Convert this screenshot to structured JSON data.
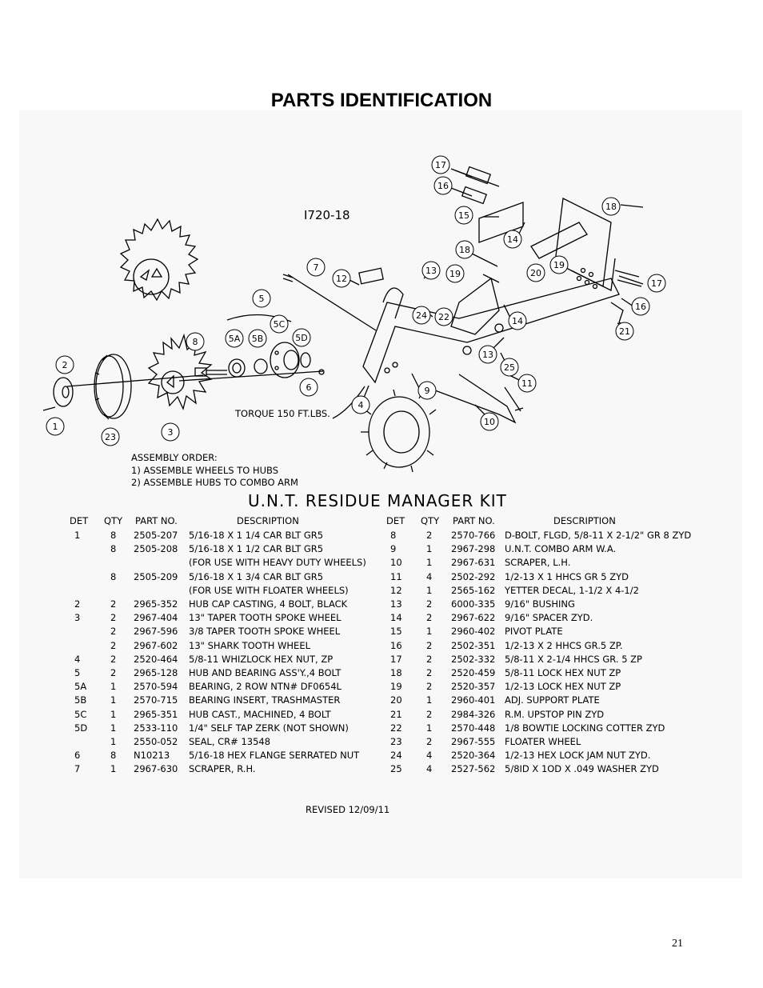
{
  "title": "PARTS IDENTIFICATION",
  "drawing": {
    "model": "I720-18",
    "torque_note": "TORQUE 150 FT.LBS.",
    "callouts": [
      "17",
      "16",
      "15",
      "18",
      "14",
      "20",
      "19",
      "17",
      "16",
      "21",
      "7",
      "12",
      "13",
      "19",
      "18",
      "24",
      "22",
      "14",
      "5",
      "5C",
      "8",
      "5A",
      "5B",
      "5D",
      "13",
      "25",
      "2",
      "6",
      "4",
      "9",
      "11",
      "1",
      "23",
      "3",
      "10"
    ]
  },
  "assembly": {
    "heading": "ASSEMBLY ORDER:",
    "step1": "1) ASSEMBLE WHEELS TO HUBS",
    "step2": "2) ASSEMBLE HUBS TO COMBO ARM"
  },
  "kit_title": "U.N.T. RESIDUE MANAGER KIT",
  "headers": {
    "det": "DET",
    "qty": "QTY",
    "part": "PART NO.",
    "desc": "DESCRIPTION"
  },
  "left_rows": [
    {
      "det": "1",
      "qty": "8",
      "part": "2505-207",
      "desc": "5/16-18 X 1 1/4 CAR BLT GR5"
    },
    {
      "det": "",
      "qty": "8",
      "part": "2505-208",
      "desc": "5/16-18 X 1 1/2 CAR BLT GR5"
    },
    {
      "det": "",
      "qty": "",
      "part": "",
      "desc": "(FOR USE WITH HEAVY DUTY WHEELS)"
    },
    {
      "det": "",
      "qty": "8",
      "part": "2505-209",
      "desc": "5/16-18 X 1 3/4 CAR BLT GR5"
    },
    {
      "det": "",
      "qty": "",
      "part": "",
      "desc": "(FOR USE WITH FLOATER WHEELS)"
    },
    {
      "det": "2",
      "qty": "2",
      "part": "2965-352",
      "desc": "HUB CAP CASTING, 4 BOLT, BLACK"
    },
    {
      "det": "3",
      "qty": "2",
      "part": "2967-404",
      "desc": "13\" TAPER TOOTH SPOKE WHEEL"
    },
    {
      "det": "",
      "qty": "2",
      "part": "2967-596",
      "desc": "3/8 TAPER TOOTH SPOKE WHEEL"
    },
    {
      "det": "",
      "qty": "2",
      "part": "2967-602",
      "desc": "13\" SHARK TOOTH WHEEL"
    },
    {
      "det": "4",
      "qty": "2",
      "part": "2520-464",
      "desc": "5/8-11 WHIZLOCK HEX NUT,  ZP"
    },
    {
      "det": "5",
      "qty": "2",
      "part": "2965-128",
      "desc": "HUB AND BEARING ASS'Y.,4 BOLT"
    },
    {
      "det": "5A",
      "qty": "1",
      "part": "2570-594",
      "desc": "BEARING, 2 ROW NTN# DF0654L"
    },
    {
      "det": "5B",
      "qty": "1",
      "part": "2570-715",
      "desc": "BEARING INSERT, TRASHMASTER"
    },
    {
      "det": "5C",
      "qty": "1",
      "part": "2965-351",
      "desc": "HUB CAST., MACHINED, 4 BOLT"
    },
    {
      "det": "5D",
      "qty": "1",
      "part": "2533-110",
      "desc": "1/4\" SELF TAP ZERK (NOT SHOWN)"
    },
    {
      "det": "",
      "qty": "1",
      "part": "2550-052",
      "desc": "SEAL, CR# 13548"
    },
    {
      "det": "6",
      "qty": "8",
      "part": "N10213",
      "desc": "5/16-18 HEX FLANGE SERRATED NUT"
    },
    {
      "det": "7",
      "qty": "1",
      "part": "2967-630",
      "desc": "SCRAPER, R.H."
    }
  ],
  "right_rows": [
    {
      "det": "8",
      "qty": "2",
      "part": "2570-766",
      "desc": "D-BOLT, FLGD, 5/8-11 X 2-1/2\" GR 8 ZYD"
    },
    {
      "det": "9",
      "qty": "1",
      "part": "2967-298",
      "desc": "U.N.T. COMBO ARM W.A."
    },
    {
      "det": "10",
      "qty": "1",
      "part": "2967-631",
      "desc": "SCRAPER, L.H."
    },
    {
      "det": "11",
      "qty": "4",
      "part": "2502-292",
      "desc": "1/2-13 X 1 HHCS GR 5 ZYD"
    },
    {
      "det": "12",
      "qty": "1",
      "part": "2565-162",
      "desc": "YETTER DECAL, 1-1/2 X 4-1/2"
    },
    {
      "det": "13",
      "qty": "2",
      "part": "6000-335",
      "desc": "9/16\" BUSHING"
    },
    {
      "det": "14",
      "qty": "2",
      "part": "2967-622",
      "desc": "9/16\" SPACER ZYD."
    },
    {
      "det": "15",
      "qty": "1",
      "part": "2960-402",
      "desc": "PIVOT PLATE"
    },
    {
      "det": "16",
      "qty": "2",
      "part": "2502-351",
      "desc": "1/2-13 X 2 HHCS GR.5 ZP."
    },
    {
      "det": "17",
      "qty": "2",
      "part": "2502-332",
      "desc": "5/8-11 X 2-1/4 HHCS GR. 5 ZP"
    },
    {
      "det": "18",
      "qty": "2",
      "part": "2520-459",
      "desc": "5/8-11 LOCK HEX NUT  ZP"
    },
    {
      "det": "19",
      "qty": "2",
      "part": "2520-357",
      "desc": "1/2-13 LOCK HEX NUT ZP"
    },
    {
      "det": "20",
      "qty": "1",
      "part": "2960-401",
      "desc": "ADJ. SUPPORT PLATE"
    },
    {
      "det": "21",
      "qty": "2",
      "part": "2984-326",
      "desc": "R.M. UPSTOP PIN ZYD"
    },
    {
      "det": "22",
      "qty": "1",
      "part": "2570-448",
      "desc": "1/8 BOWTIE LOCKING COTTER ZYD"
    },
    {
      "det": "23",
      "qty": "2",
      "part": "2967-555",
      "desc": "FLOATER WHEEL"
    },
    {
      "det": "24",
      "qty": "4",
      "part": "2520-364",
      "desc": "1/2-13 HEX LOCK JAM NUT ZYD."
    },
    {
      "det": "25",
      "qty": "4",
      "part": "2527-562",
      "desc": "5/8ID X 1OD X .049 WASHER ZYD"
    }
  ],
  "revised": "REVISED 12/09/11",
  "page_number": "21"
}
